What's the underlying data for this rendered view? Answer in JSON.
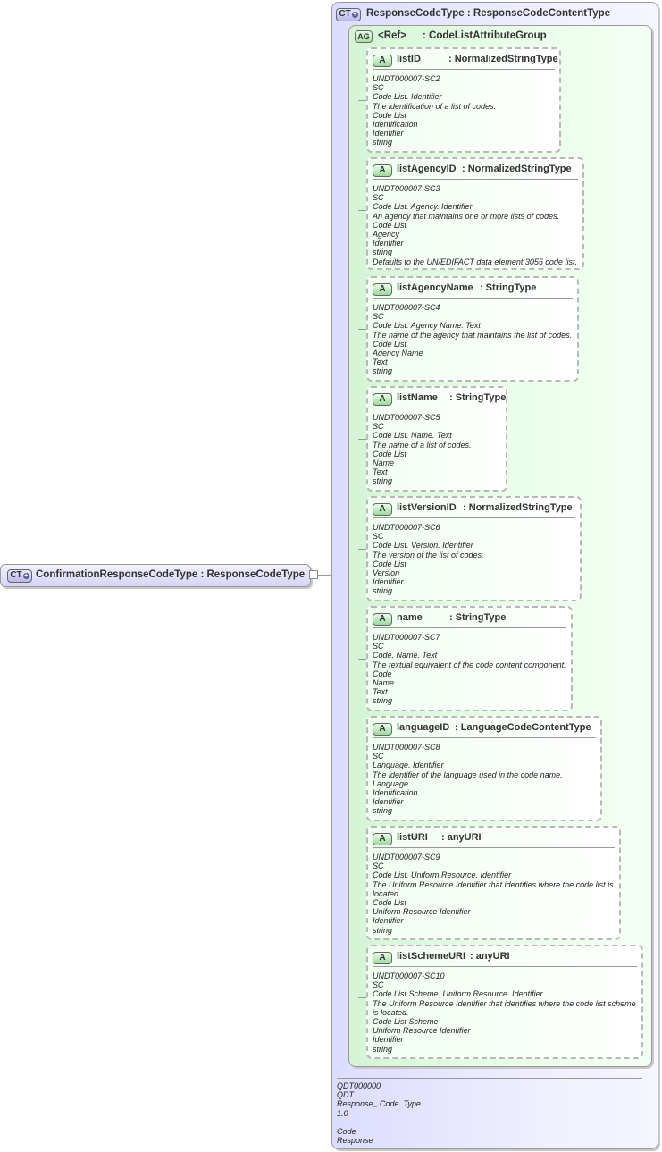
{
  "root": {
    "badge": "CT",
    "name": "ConfirmationResponseCodeType",
    "type": ": ResponseCodeType"
  },
  "complex_type": {
    "badge": "CT",
    "name": "ResponseCodeType",
    "type": ": ResponseCodeContentType",
    "footer": [
      "QDT000000",
      "QDT",
      "Response_ Code. Type",
      "1.0",
      "",
      "Code",
      "Response"
    ]
  },
  "attribute_group": {
    "badge": "AG",
    "name": "<Ref>",
    "type": ": CodeListAttributeGroup"
  },
  "attributes": [
    {
      "badge": "A",
      "name": "listID",
      "type": ": NormalizedStringType",
      "doc": [
        "UNDT000007-SC2",
        "SC",
        "Code List. Identifier",
        "The identification of a list of codes.",
        "Code List",
        "Identification",
        "Identifier",
        "string"
      ]
    },
    {
      "badge": "A",
      "name": "listAgencyID",
      "type": ": NormalizedStringType",
      "doc": [
        "UNDT000007-SC3",
        "SC",
        "Code List. Agency. Identifier",
        "An agency that maintains one or more lists of codes.",
        "Code List",
        "Agency",
        "Identifier",
        "string",
        "Defaults to the UN/EDIFACT data element 3055 code list."
      ]
    },
    {
      "badge": "A",
      "name": "listAgencyName",
      "type": ": StringType",
      "doc": [
        "UNDT000007-SC4",
        "SC",
        "Code List. Agency Name. Text",
        "The name of the agency that maintains the list of codes.",
        "Code List",
        "Agency Name",
        "Text",
        "string"
      ]
    },
    {
      "badge": "A",
      "name": "listName",
      "type": ": StringType",
      "doc": [
        "UNDT000007-SC5",
        "SC",
        "Code List. Name. Text",
        "The name of a list of codes.",
        "Code List",
        "Name",
        "Text",
        "string"
      ]
    },
    {
      "badge": "A",
      "name": "listVersionID",
      "type": ": NormalizedStringType",
      "doc": [
        "UNDT000007-SC6",
        "SC",
        "Code List. Version. Identifier",
        "The version of the list of codes.",
        "Code List",
        "Version",
        "Identifier",
        "string"
      ]
    },
    {
      "badge": "A",
      "name": "name",
      "type": ": StringType",
      "doc": [
        "UNDT000007-SC7",
        "SC",
        "Code. Name. Text",
        "The textual equivalent of the code content component.",
        "Code",
        "Name",
        "Text",
        "string"
      ]
    },
    {
      "badge": "A",
      "name": "languageID",
      "type": ": LanguageCodeContentType",
      "doc": [
        "UNDT000007-SC8",
        "SC",
        "Language. Identifier",
        "The identifier of the language used in the code name.",
        "Language",
        "Identification",
        "Identifier",
        "string"
      ]
    },
    {
      "badge": "A",
      "name": "listURI",
      "type": ": anyURI",
      "doc": [
        "UNDT000007-SC9",
        "SC",
        "Code List. Uniform Resource. Identifier",
        "The Uniform Resource Identifier that identifies where the code list is located.",
        "Code List",
        "Uniform Resource Identifier",
        "Identifier",
        "string"
      ]
    },
    {
      "badge": "A",
      "name": "listSchemeURI",
      "type": ": anyURI",
      "doc": [
        "UNDT000007-SC10",
        "SC",
        "Code List Scheme. Uniform Resource. Identifier",
        "The Uniform Resource Identifier that identifies where the code list scheme is located.",
        "Code List Scheme",
        "Uniform Resource Identifier",
        "Identifier",
        "string"
      ]
    }
  ]
}
